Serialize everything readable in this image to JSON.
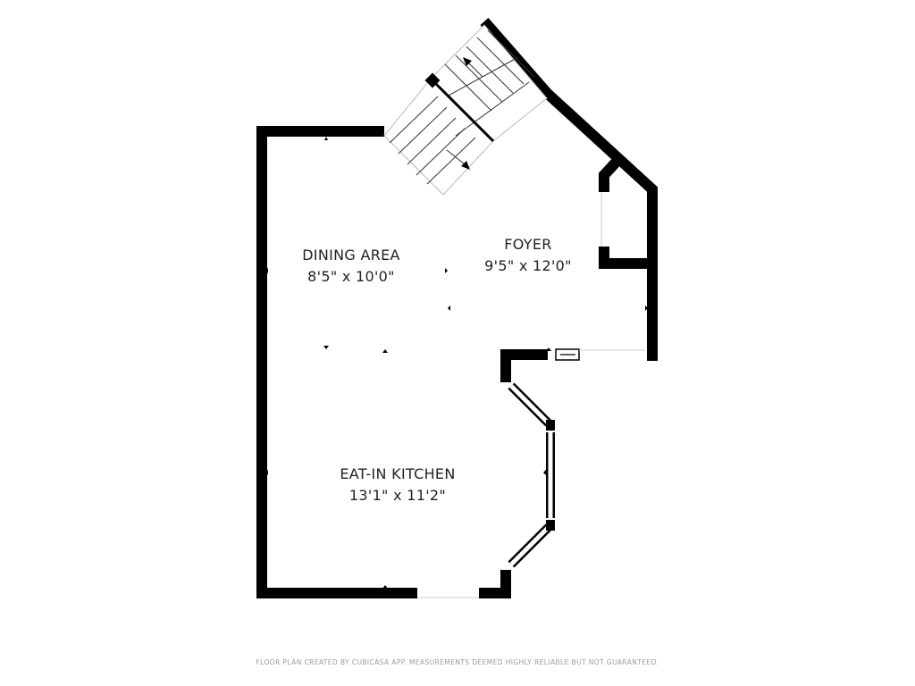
{
  "rooms": {
    "dining": {
      "name": "DINING AREA",
      "dims": "8'5\" x 10'0\""
    },
    "foyer": {
      "name": "FOYER",
      "dims": "9'5\" x 12'0\""
    },
    "kitchen": {
      "name": "EAT-IN KITCHEN",
      "dims": "13'1\" x 11'2\""
    }
  },
  "footer": {
    "credit": "FLOOR PLAN CREATED BY CUBICASA APP. MEASUREMENTS DEEMED HIGHLY RELIABLE BUT NOT GUARANTEED."
  },
  "colors": {
    "wall": "#000000",
    "background": "#ffffff",
    "footer_text": "#9a9a9a",
    "label_text": "#222222"
  }
}
